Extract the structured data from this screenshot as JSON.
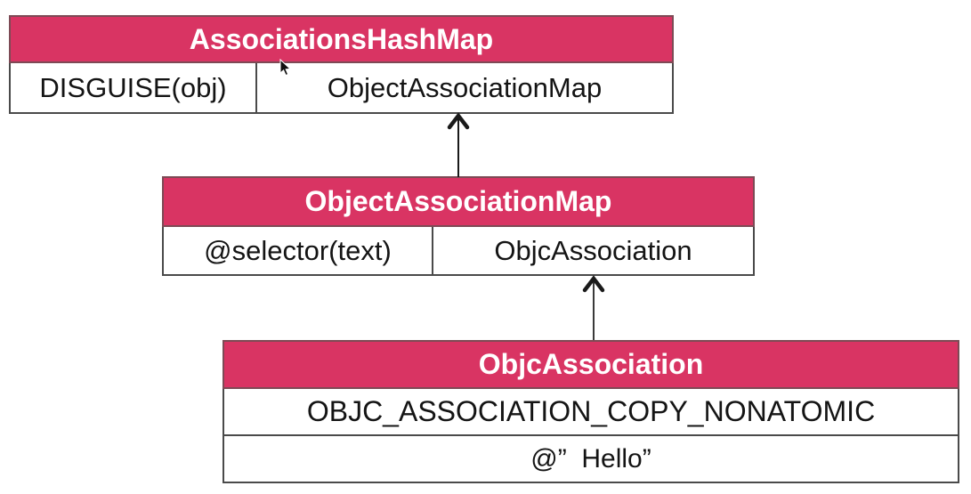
{
  "diagram": {
    "accent_color": "#d93463",
    "border_color": "#4a4a4a",
    "boxes": {
      "associations_hash_map": {
        "title": "AssociationsHashMap",
        "key_cell": "DISGUISE(obj)",
        "value_cell": "ObjectAssociationMap"
      },
      "object_association_map": {
        "title": "ObjectAssociationMap",
        "key_cell": "@selector(text)",
        "value_cell": "ObjcAssociation"
      },
      "objc_association": {
        "title": "ObjcAssociation",
        "policy_row": "OBJC_ASSOCIATION_COPY_NONATOMIC",
        "value_row": "@”  Hello”"
      }
    },
    "arrows": [
      {
        "name": "object-association-map-to-associations-hash-map",
        "direction": "up"
      },
      {
        "name": "objc-association-to-object-association-map",
        "direction": "up"
      }
    ],
    "cursor": "arrow-pointer"
  }
}
